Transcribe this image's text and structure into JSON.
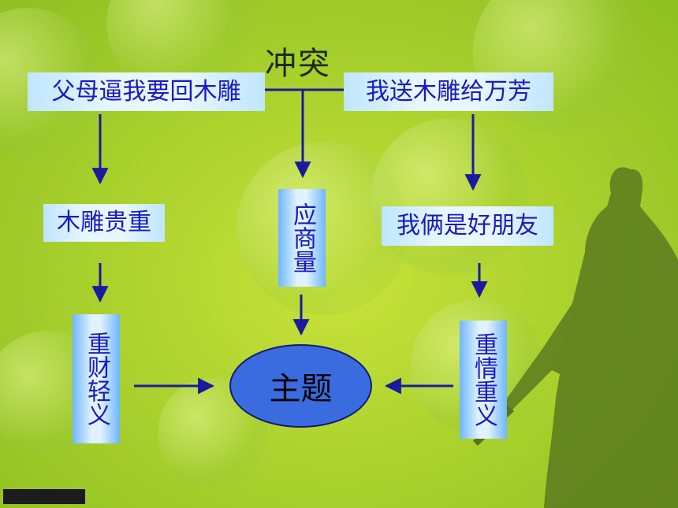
{
  "title": "冲突",
  "top_left": "父母逼我要回木雕",
  "top_right": "我送木雕给万芳",
  "mid_left": "木雕贵重",
  "mid_center": "应商量",
  "mid_right": "我俩是好朋友",
  "low_left": "重财轻义",
  "low_right": "重情重义",
  "center": "主题",
  "colors": {
    "background": "#a7cf2c",
    "text": "#1a1ac0",
    "arrow": "#1a1aa0",
    "ellipse": "#3a6ce0"
  }
}
